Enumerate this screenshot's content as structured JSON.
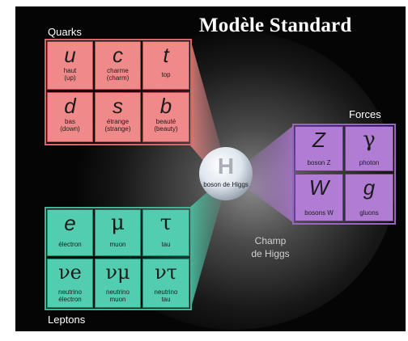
{
  "title": "Modèle Standard",
  "labels": {
    "quarks": "Quarks",
    "leptons": "Leptons",
    "forces": "Forces"
  },
  "quarks": [
    {
      "symbol": "u",
      "name": "haut\n(up)"
    },
    {
      "symbol": "c",
      "name": "charme\n(charm)"
    },
    {
      "symbol": "t",
      "name": "top"
    },
    {
      "symbol": "d",
      "name": "bas\n(down)"
    },
    {
      "symbol": "s",
      "name": "étrange\n(strange)"
    },
    {
      "symbol": "b",
      "name": "beauté\n(beauty)"
    }
  ],
  "leptons": [
    {
      "symbol": "e",
      "name": "électron"
    },
    {
      "symbol": "μ",
      "name": "muon"
    },
    {
      "symbol": "τ",
      "name": "tau"
    },
    {
      "symbol": "νe",
      "name": "neutrino\nélectron"
    },
    {
      "symbol": "νμ",
      "name": "neutrino\nmuon"
    },
    {
      "symbol": "ντ",
      "name": "neutrino\ntau"
    }
  ],
  "forces": [
    {
      "symbol": "Z",
      "name": "boson Z"
    },
    {
      "symbol": "γ",
      "name": "photon"
    },
    {
      "symbol": "W",
      "name": "bosons W"
    },
    {
      "symbol": "g",
      "name": "gluons"
    }
  ],
  "higgs": {
    "symbol": "H",
    "name": "boson de Higgs"
  },
  "field": "Champ\nde Higgs",
  "colors": {
    "quark": "#f08a8a",
    "lepton": "#52cdb0",
    "force": "#b07cd4",
    "background": "#050505"
  }
}
